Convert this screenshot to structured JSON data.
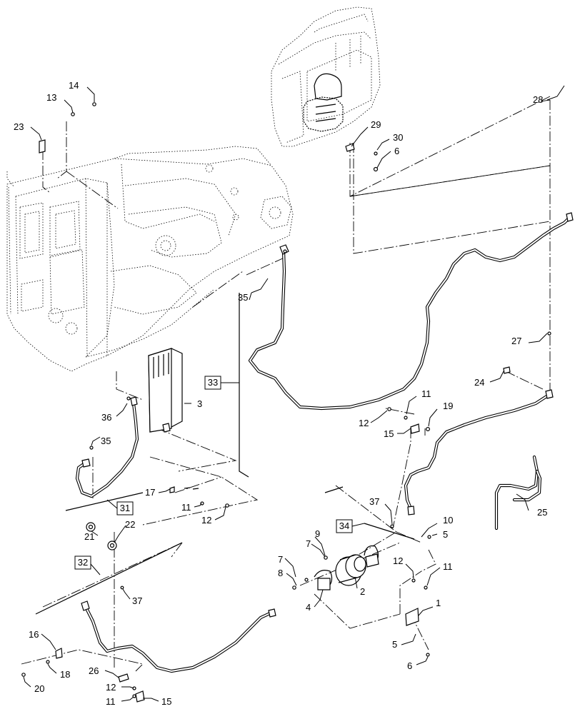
{
  "diagram": {
    "callouts": [
      {
        "id": "c14",
        "text": "14"
      },
      {
        "id": "c13",
        "text": "13"
      },
      {
        "id": "c23",
        "text": "23"
      },
      {
        "id": "c28",
        "text": "28"
      },
      {
        "id": "c29",
        "text": "29"
      },
      {
        "id": "c30",
        "text": "30"
      },
      {
        "id": "c6a",
        "text": "6"
      },
      {
        "id": "c35a",
        "text": "35"
      },
      {
        "id": "c27",
        "text": "27"
      },
      {
        "id": "c3",
        "text": "3"
      },
      {
        "id": "c24",
        "text": "24"
      },
      {
        "id": "c36",
        "text": "36"
      },
      {
        "id": "c11a",
        "text": "11"
      },
      {
        "id": "c12a",
        "text": "12"
      },
      {
        "id": "c19",
        "text": "19"
      },
      {
        "id": "c15a",
        "text": "15"
      },
      {
        "id": "c35b",
        "text": "35"
      },
      {
        "id": "c17",
        "text": "17"
      },
      {
        "id": "c11b",
        "text": "11"
      },
      {
        "id": "c12b",
        "text": "12"
      },
      {
        "id": "c25",
        "text": "25"
      },
      {
        "id": "c37a",
        "text": "37"
      },
      {
        "id": "c10",
        "text": "10"
      },
      {
        "id": "c21",
        "text": "21"
      },
      {
        "id": "c22",
        "text": "22"
      },
      {
        "id": "c9",
        "text": "9"
      },
      {
        "id": "c5a",
        "text": "5"
      },
      {
        "id": "c7a",
        "text": "7"
      },
      {
        "id": "c7b",
        "text": "7"
      },
      {
        "id": "c8",
        "text": "8"
      },
      {
        "id": "c12c",
        "text": "12"
      },
      {
        "id": "c11c",
        "text": "11"
      },
      {
        "id": "c2",
        "text": "2"
      },
      {
        "id": "c37b",
        "text": "37"
      },
      {
        "id": "c4",
        "text": "4"
      },
      {
        "id": "c1",
        "text": "1"
      },
      {
        "id": "c16",
        "text": "16"
      },
      {
        "id": "c18",
        "text": "18"
      },
      {
        "id": "c5b",
        "text": "5"
      },
      {
        "id": "c26",
        "text": "26"
      },
      {
        "id": "c20",
        "text": "20"
      },
      {
        "id": "c6b",
        "text": "6"
      },
      {
        "id": "c12d",
        "text": "12"
      },
      {
        "id": "c11d",
        "text": "11"
      },
      {
        "id": "c15b",
        "text": "15"
      }
    ],
    "assemblies": [
      {
        "id": "a33",
        "text": "33"
      },
      {
        "id": "a31",
        "text": "31"
      },
      {
        "id": "a34",
        "text": "34"
      },
      {
        "id": "a32",
        "text": "32"
      }
    ]
  }
}
